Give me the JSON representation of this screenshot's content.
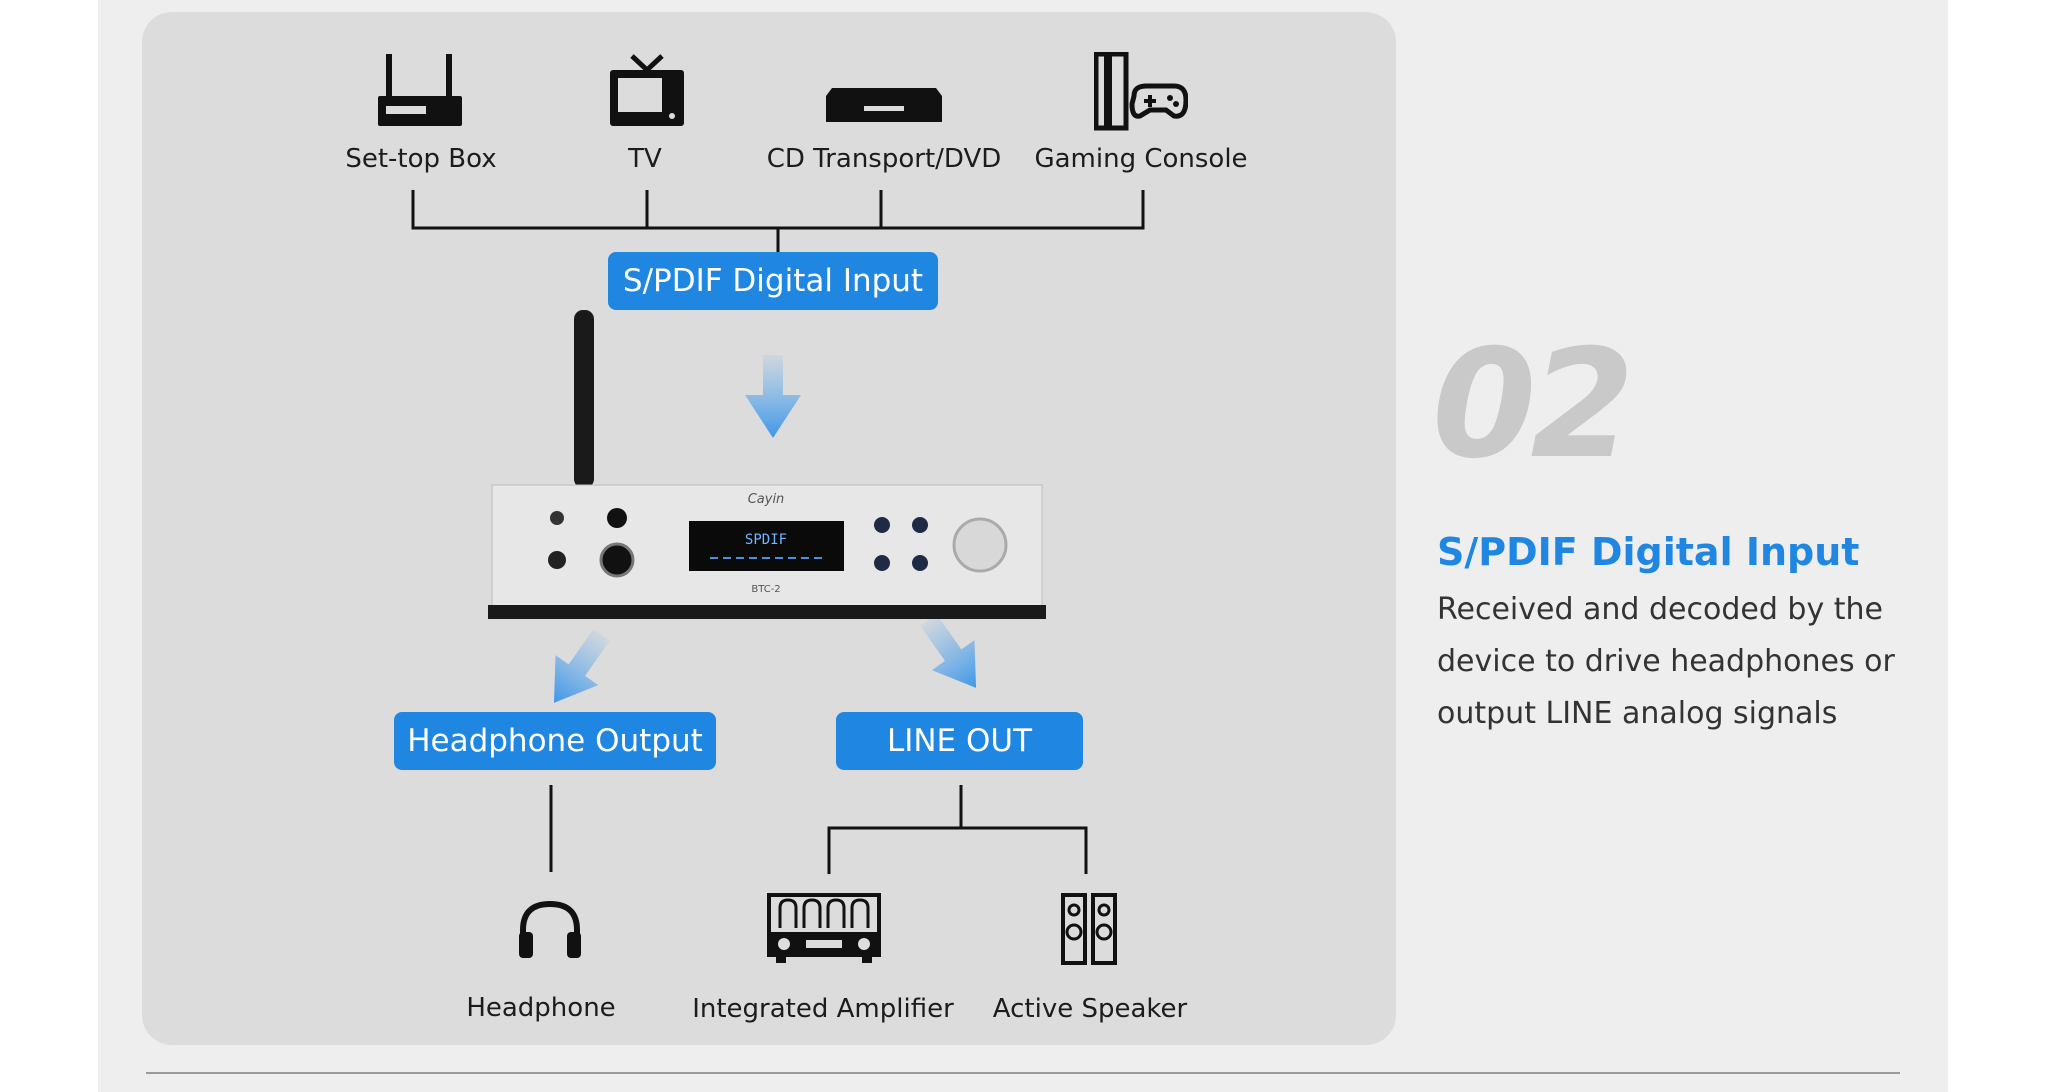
{
  "sources": [
    {
      "label": "Set-top Box",
      "icon": "set-top-box-icon"
    },
    {
      "label": "TV",
      "icon": "tv-icon"
    },
    {
      "label": "CD Transport/DVD",
      "icon": "dvd-player-icon"
    },
    {
      "label": "Gaming Console",
      "icon": "gaming-console-icon"
    }
  ],
  "input_label": "S/PDIF Digital Input",
  "device": {
    "display": "SPDIF",
    "model": "BTC-2",
    "brand": "Cayin"
  },
  "outputs": {
    "headphone": "Headphone Output",
    "line": "LINE OUT"
  },
  "destinations": [
    {
      "label": "Headphone",
      "icon": "headphone-icon"
    },
    {
      "label": "Integrated Amplifier",
      "icon": "amplifier-icon"
    },
    {
      "label": "Active Speaker",
      "icon": "speaker-icon"
    }
  ],
  "section": {
    "number": "02",
    "title": "S/PDIF Digital Input",
    "description": "Received and decoded by the device to drive headphones or output LINE analog signals"
  },
  "colors": {
    "accent": "#1f86e2",
    "arrow": "#5aa8ee"
  }
}
